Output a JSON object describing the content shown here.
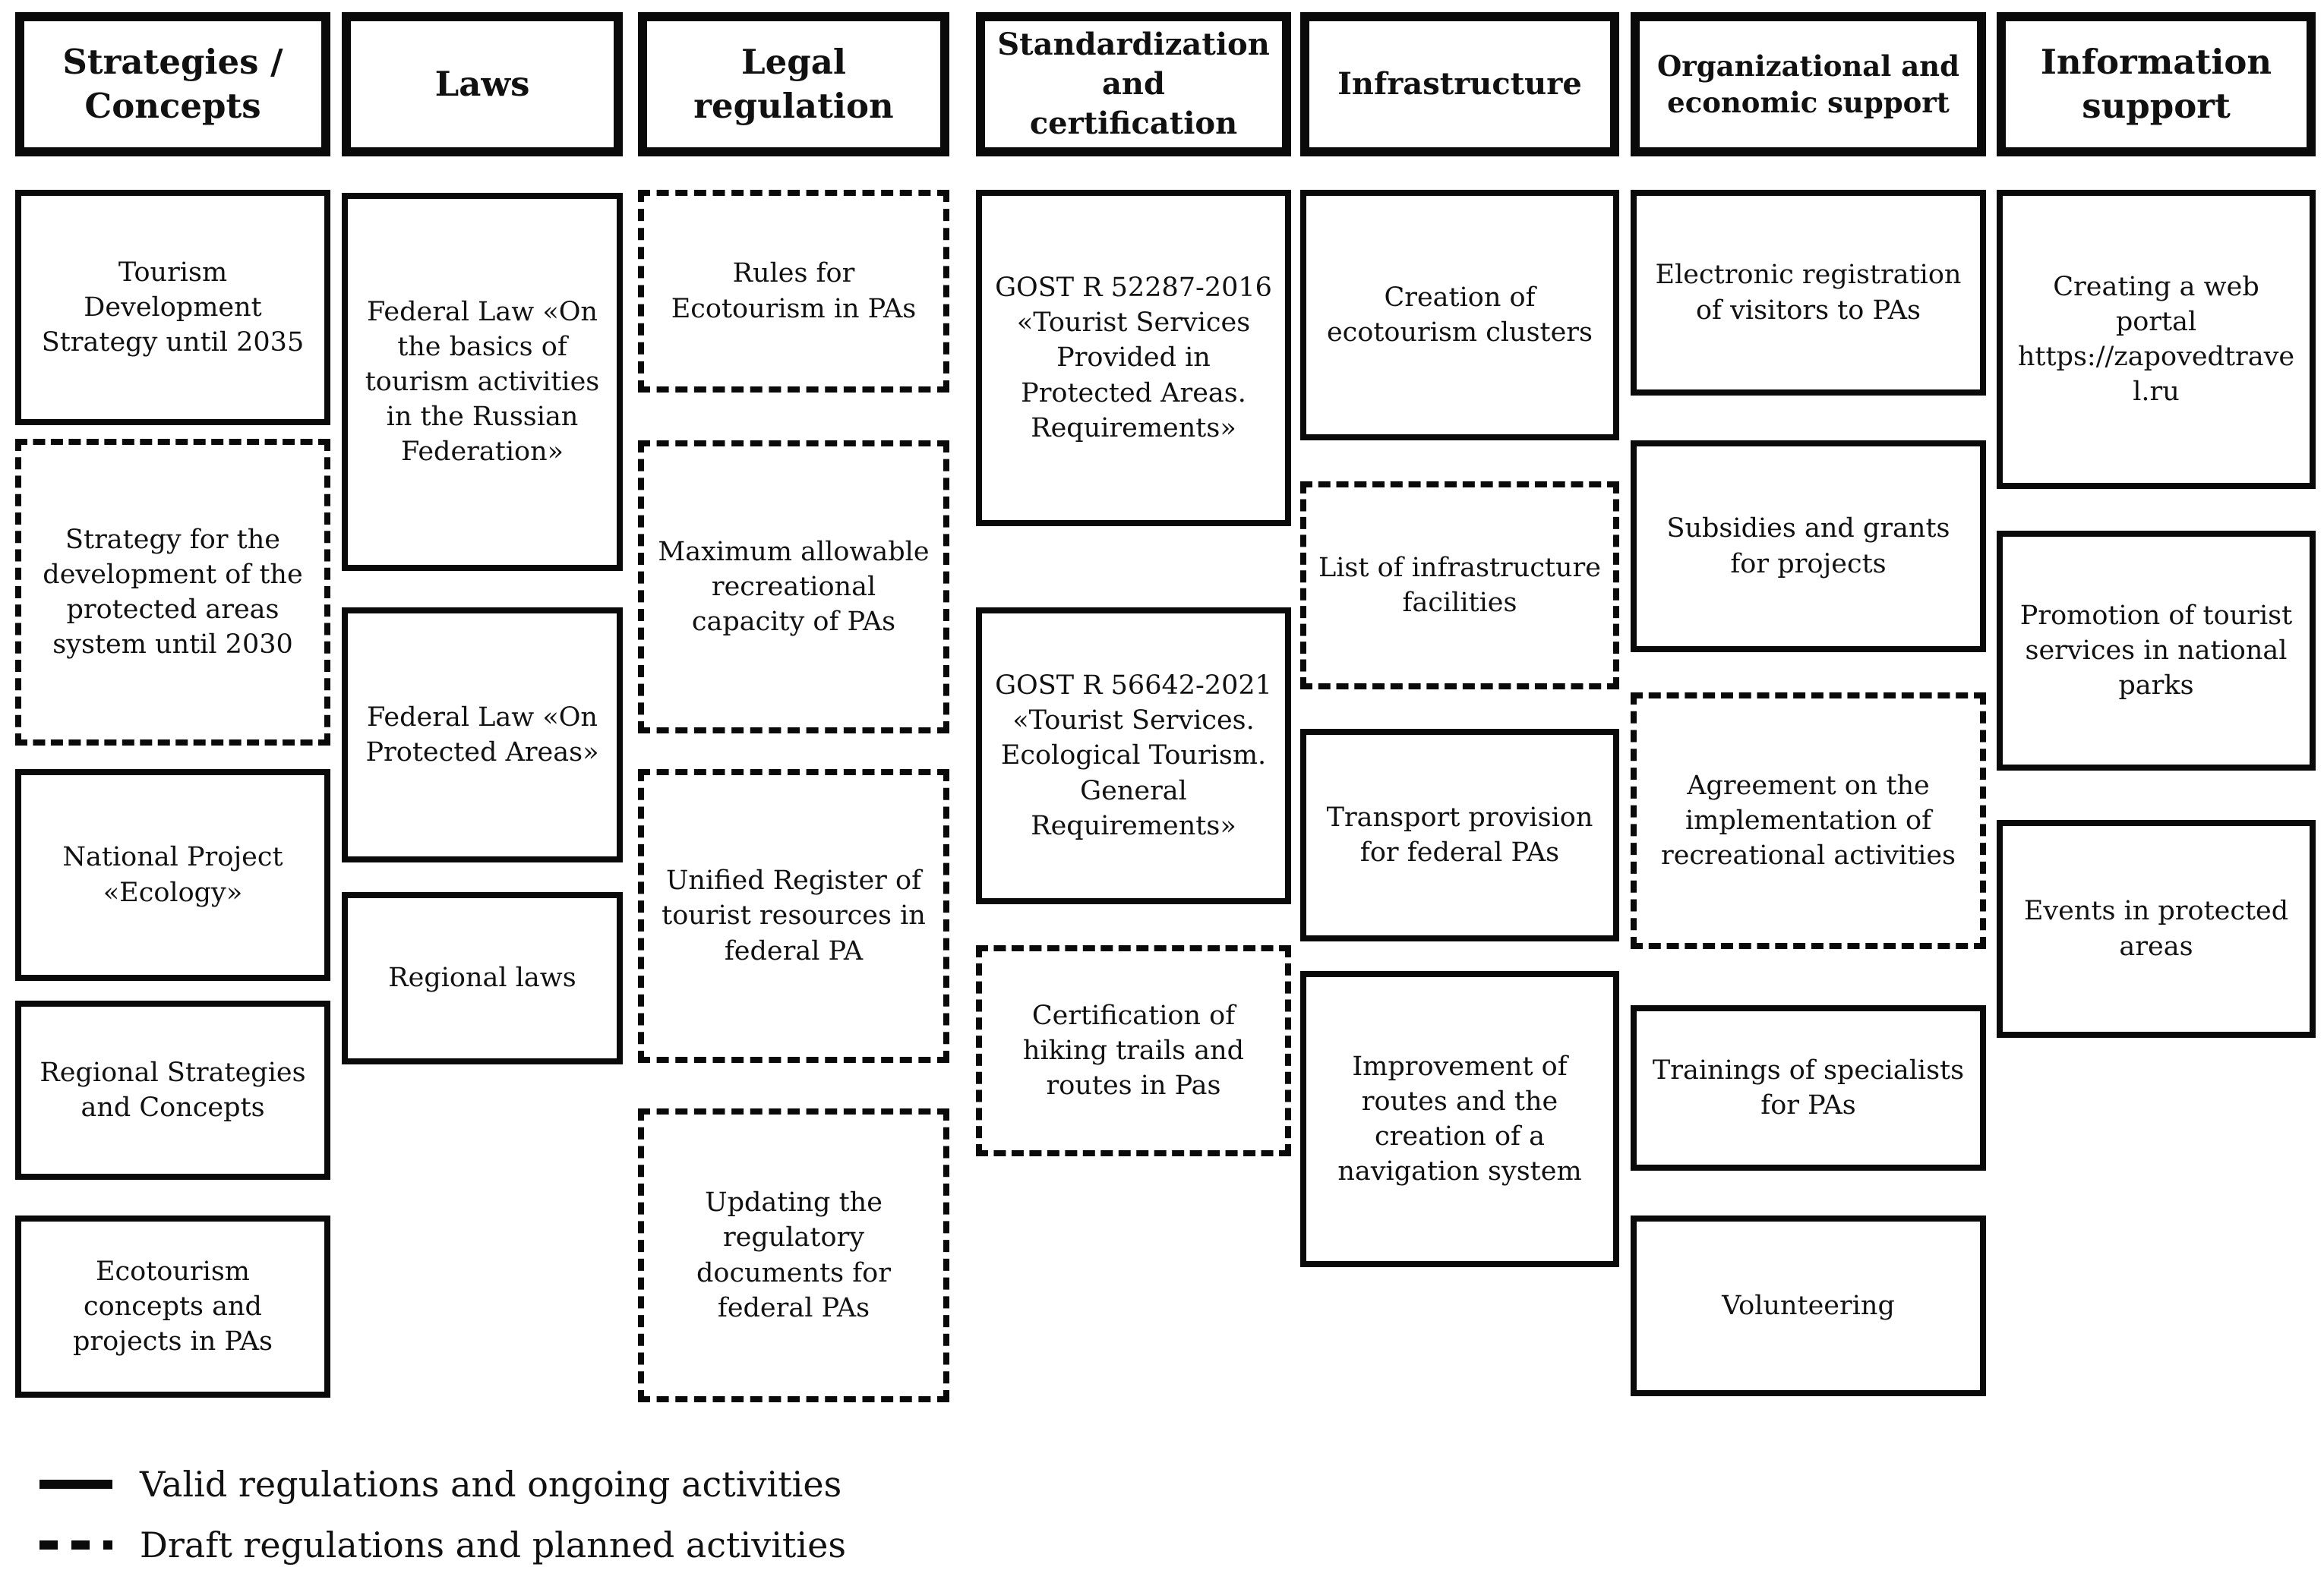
{
  "columns": [
    {
      "header": "Strategies / Concepts",
      "boxes": [
        {
          "label": "Tourism Development Strategy until 2035",
          "status": "valid"
        },
        {
          "label": "Strategy for the development of the protected areas system until 2030",
          "status": "draft"
        },
        {
          "label": "National Project «Ecology»",
          "status": "valid"
        },
        {
          "label": "Regional Strategies and Concepts",
          "status": "valid"
        },
        {
          "label": "Ecotourism concepts and projects in PAs",
          "status": "valid"
        }
      ]
    },
    {
      "header": "Laws",
      "boxes": [
        {
          "label": "Federal Law «On the basics of tourism activities in the Russian Federation»",
          "status": "valid"
        },
        {
          "label": "Federal Law «On Protected Areas»",
          "status": "valid"
        },
        {
          "label": "Regional laws",
          "status": "valid"
        }
      ]
    },
    {
      "header": "Legal regulation",
      "boxes": [
        {
          "label": "Rules for Ecotourism in PAs",
          "status": "draft"
        },
        {
          "label": "Maximum allowable recreational capacity of PAs",
          "status": "draft"
        },
        {
          "label": "Unified Register of tourist resources in federal PA",
          "status": "draft"
        },
        {
          "label": "Updating the regulatory documents for federal PAs",
          "status": "draft"
        }
      ]
    },
    {
      "header": "Standardization and certification",
      "boxes": [
        {
          "label": "GOST R 52287-2016 «Tourist Services Provided in Protected Areas. Requirements»",
          "status": "valid"
        },
        {
          "label": "GOST R 56642-2021 «Tourist Services. Ecological Tourism. General Requirements»",
          "status": "valid"
        },
        {
          "label": "Certification of hiking trails and routes in Pas",
          "status": "draft"
        }
      ]
    },
    {
      "header": "Infrastructure",
      "boxes": [
        {
          "label": "Creation of ecotourism clusters",
          "status": "valid"
        },
        {
          "label": "List of infrastructure facilities",
          "status": "draft"
        },
        {
          "label": "Transport provision for federal PAs",
          "status": "valid"
        },
        {
          "label": "Improvement of routes and the creation of a navigation system",
          "status": "valid"
        }
      ]
    },
    {
      "header": "Organizational and economic support",
      "boxes": [
        {
          "label": "Electronic registration of visitors to PAs",
          "status": "valid"
        },
        {
          "label": "Subsidies and grants for projects",
          "status": "valid"
        },
        {
          "label": "Agreement on the implementation of recreational activities",
          "status": "draft"
        },
        {
          "label": "Trainings of specialists for PAs",
          "status": "valid"
        },
        {
          "label": "Volunteering",
          "status": "valid"
        }
      ]
    },
    {
      "header": "Information support",
      "boxes": [
        {
          "label": "Creating a web portal https://zapovedtravel.ru",
          "status": "valid"
        },
        {
          "label": "Promotion of tourist services in national parks",
          "status": "valid"
        },
        {
          "label": "Events in protected areas",
          "status": "valid"
        }
      ]
    }
  ],
  "legend": {
    "items": [
      {
        "marker": "solid-line",
        "label": "Valid regulations and ongoing activities"
      },
      {
        "marker": "dashed-line",
        "label": "Draft regulations and planned activities"
      }
    ]
  }
}
